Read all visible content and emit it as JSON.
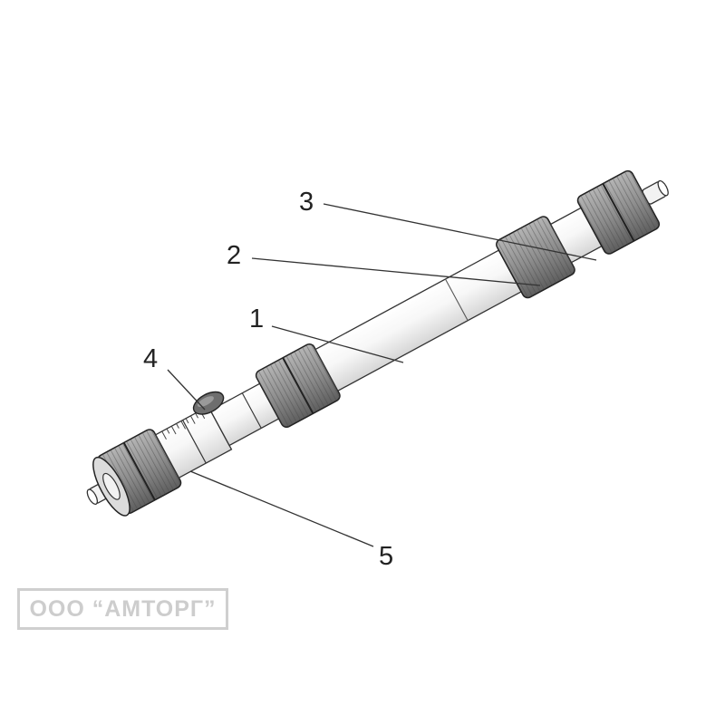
{
  "callouts": [
    {
      "id": "1",
      "label": "1"
    },
    {
      "id": "2",
      "label": "2"
    },
    {
      "id": "3",
      "label": "3"
    },
    {
      "id": "4",
      "label": "4"
    },
    {
      "id": "5",
      "label": "5"
    }
  ],
  "watermark": {
    "text": "ООО “АМТОРГ”"
  },
  "colors": {
    "line": "#333333",
    "body": "#f4f4f4",
    "knurl": "#8a8a8a",
    "watermark": "#cdcdcd"
  }
}
